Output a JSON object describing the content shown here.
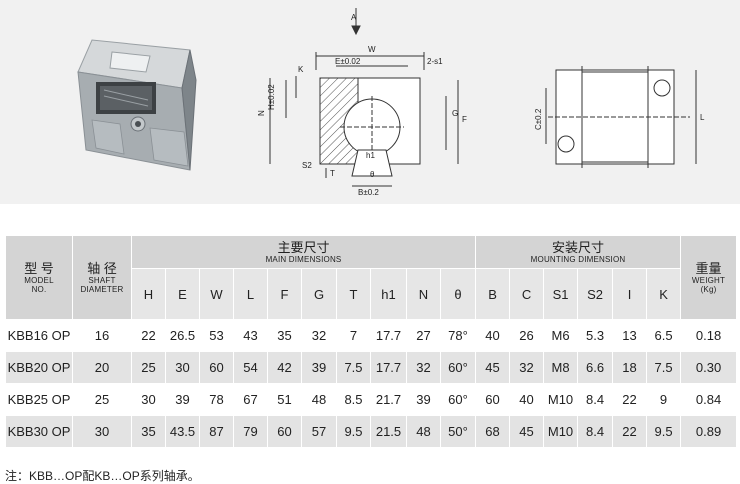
{
  "drawing": {
    "labels": {
      "A": "A",
      "W": "W",
      "E": "E±0.02",
      "S1": "2-s1",
      "K": "K",
      "H": "H±0.02",
      "N": "N",
      "G": "G",
      "F": "F",
      "S2": "S2",
      "h1": "h1",
      "theta": "θ",
      "T": "T",
      "B": "B±0.2",
      "C": "C±0.2",
      "L": "L"
    }
  },
  "table": {
    "col_model": {
      "cn": "型 号",
      "en1": "MODEL",
      "en2": "NO."
    },
    "col_shaft": {
      "cn": "轴 径",
      "en1": "SHAFT",
      "en2": "DIAMETER"
    },
    "group_main": {
      "cn": "主要尺寸",
      "en": "MAIN DIMENSIONS"
    },
    "group_mount": {
      "cn": "安装尺寸",
      "en": "MOUNTING DIMENSION"
    },
    "col_weight": {
      "cn": "重量",
      "en1": "WEIGHT",
      "en2": "(Kg)"
    },
    "main_cols": [
      "H",
      "E",
      "W",
      "L",
      "F",
      "G",
      "T",
      "h1",
      "N",
      "θ"
    ],
    "mount_cols": [
      "B",
      "C",
      "S1",
      "S2",
      "I",
      "K"
    ],
    "rows": [
      {
        "model": "KBB16 OP",
        "shaft": "16",
        "main": [
          "22",
          "26.5",
          "53",
          "43",
          "35",
          "32",
          "7",
          "17.7",
          "27",
          "78°"
        ],
        "mount": [
          "40",
          "26",
          "M6",
          "5.3",
          "13",
          "6.5"
        ],
        "weight": "0.18"
      },
      {
        "model": "KBB20 OP",
        "shaft": "20",
        "main": [
          "25",
          "30",
          "60",
          "54",
          "42",
          "39",
          "7.5",
          "17.7",
          "32",
          "60°"
        ],
        "mount": [
          "45",
          "32",
          "M8",
          "6.6",
          "18",
          "7.5"
        ],
        "weight": "0.30"
      },
      {
        "model": "KBB25 OP",
        "shaft": "25",
        "main": [
          "30",
          "39",
          "78",
          "67",
          "51",
          "48",
          "8.5",
          "21.7",
          "39",
          "60°"
        ],
        "mount": [
          "60",
          "40",
          "M10",
          "8.4",
          "22",
          "9"
        ],
        "weight": "0.84"
      },
      {
        "model": "KBB30 OP",
        "shaft": "30",
        "main": [
          "35",
          "43.5",
          "87",
          "79",
          "60",
          "57",
          "9.5",
          "21.5",
          "48",
          "50°"
        ],
        "mount": [
          "68",
          "45",
          "M10",
          "8.4",
          "22",
          "9.5"
        ],
        "weight": "0.89"
      }
    ]
  },
  "note": "注：KBB…OP配KB…OP系列轴承。"
}
